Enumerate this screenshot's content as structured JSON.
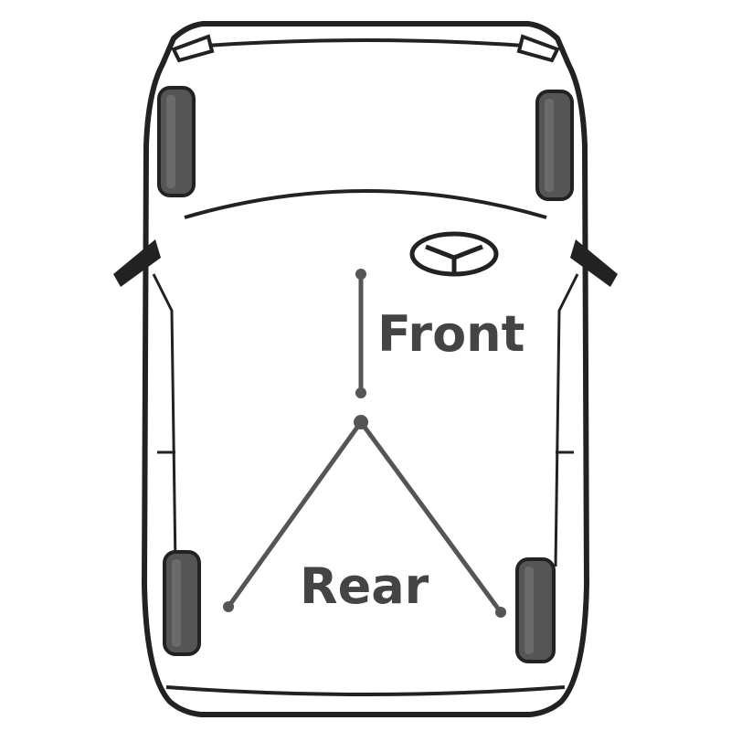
{
  "labels": {
    "front": "Front",
    "rear": "Rear"
  },
  "colors": {
    "outline": "#222222",
    "tyre": "#555555",
    "cable": "#555555",
    "text": "#444444",
    "watermark": "#ececec"
  },
  "icons": {
    "logo": "steering-wheel-emblem-icon",
    "watermark": "brand-watermark"
  }
}
